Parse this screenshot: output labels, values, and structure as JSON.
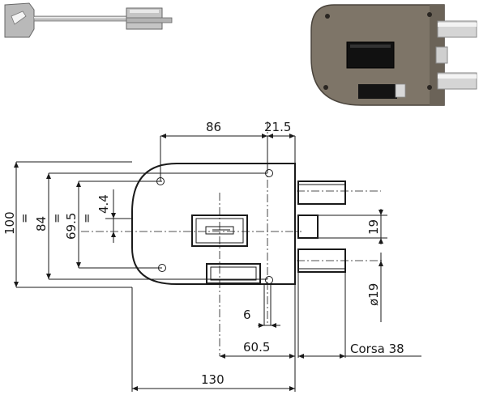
{
  "dimensions": {
    "d86": "86",
    "d21_5": "21.5",
    "d100": "100",
    "d84": "84",
    "d69_5": "69.5",
    "d4_4": "4.4",
    "d19": "19",
    "d_phi19": "ø19",
    "d6": "6",
    "d60_5": "60.5",
    "corsa": "Corsa 38",
    "d130": "130"
  },
  "marks": {
    "equal": "="
  },
  "colors": {
    "line": "#1a1a1a",
    "lock_body": "#7d7468",
    "lock_shadow": "#4f483f",
    "chrome": "#d9d9d9",
    "key_metal": "#b8b8b8",
    "black_part": "#111111"
  }
}
